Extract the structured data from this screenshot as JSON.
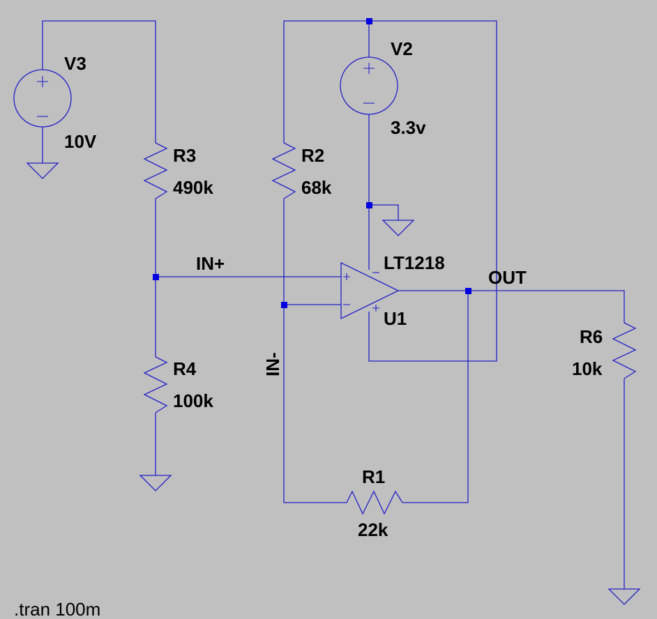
{
  "colors": {
    "background": "#c0c0c0",
    "wire": "#2020c8",
    "junction": "#0000e0",
    "text": "#000000"
  },
  "components": {
    "v3": {
      "ref": "V3",
      "value": "10V",
      "icon": "voltage-source-icon"
    },
    "v2": {
      "ref": "V2",
      "value": "3.3v",
      "icon": "voltage-source-icon"
    },
    "r3": {
      "ref": "R3",
      "value": "490k",
      "icon": "resistor-icon"
    },
    "r2": {
      "ref": "R2",
      "value": "68k",
      "icon": "resistor-icon"
    },
    "r4": {
      "ref": "R4",
      "value": "100k",
      "icon": "resistor-icon"
    },
    "r1": {
      "ref": "R1",
      "value": "22k",
      "icon": "resistor-icon"
    },
    "r6": {
      "ref": "R6",
      "value": "10k",
      "icon": "resistor-icon"
    },
    "u1": {
      "ref": "U1",
      "model": "LT1218",
      "icon": "op-amp-icon"
    }
  },
  "nets": {
    "in_plus": "IN+",
    "in_minus": "IN-",
    "out": "OUT"
  },
  "directive": ".tran 100m"
}
